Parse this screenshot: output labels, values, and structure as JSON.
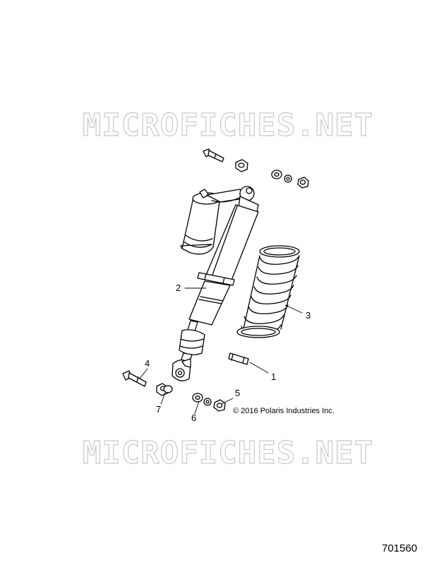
{
  "watermarks": {
    "top": "MICROFICHES.NET",
    "bottom": "MICROFICHES.NET"
  },
  "callouts": [
    "1",
    "2",
    "3",
    "4",
    "5",
    "6",
    "7"
  ],
  "copyright": "© 2016 Polaris Industries Inc.",
  "ref_number": "701560",
  "colors": {
    "line": "#000000",
    "fill": "#ffffff",
    "watermark": "#c8c8c8"
  }
}
